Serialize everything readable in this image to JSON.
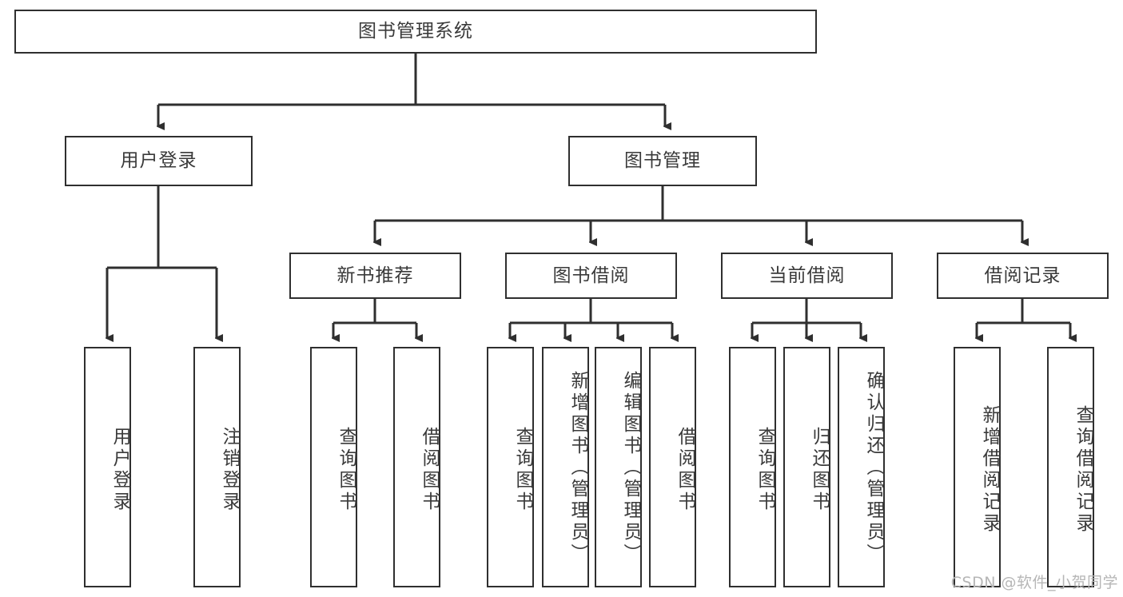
{
  "diagram": {
    "title": "图书管理系统",
    "type": "tree",
    "root": {
      "label": "图书管理系统"
    },
    "level2": [
      {
        "label": "用户登录"
      },
      {
        "label": "图书管理"
      }
    ],
    "level3": [
      {
        "label": "新书推荐"
      },
      {
        "label": "图书借阅"
      },
      {
        "label": "当前借阅"
      },
      {
        "label": "借阅记录"
      }
    ],
    "leaves": {
      "user_login": [
        {
          "label": "用户登录"
        },
        {
          "label": "注销登录"
        }
      ],
      "new_book_recommend": [
        {
          "label": "查询图书"
        },
        {
          "label": "借阅图书"
        }
      ],
      "book_borrow": [
        {
          "label": "查询图书"
        },
        {
          "label": "新增图书（管理员）"
        },
        {
          "label": "编辑图书（管理员）"
        },
        {
          "label": "借阅图书"
        }
      ],
      "current_borrow": [
        {
          "label": "查询图书"
        },
        {
          "label": "归还图书"
        },
        {
          "label": "确认归还（管理员）"
        }
      ],
      "borrow_record": [
        {
          "label": "新增借阅记录"
        },
        {
          "label": "查询借阅记录"
        }
      ]
    }
  },
  "watermark": {
    "text": "CSDN @软件_小贺同学"
  },
  "colors": {
    "stroke": "#2f2f2f",
    "text": "#3a3a3a",
    "background": "#ffffff",
    "watermark": "#b6b6b6"
  }
}
